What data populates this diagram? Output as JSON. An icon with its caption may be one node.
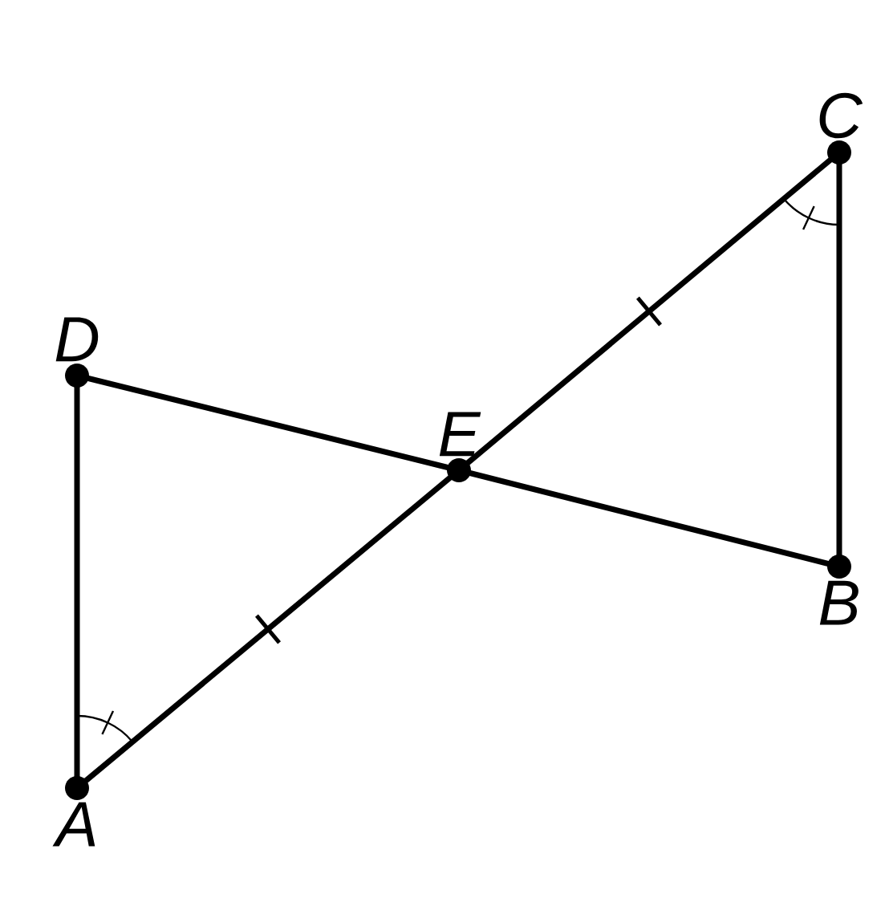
{
  "diagram": {
    "nodes": [
      {
        "text": [
          "C"
        ]
      },
      {
        "text": [
          "D"
        ]
      },
      {
        "text": [
          "E"
        ]
      },
      {
        "text": [
          "B"
        ]
      },
      {
        "text": [
          "A"
        ]
      }
    ],
    "edges": [
      {
        "from": 4,
        "to": 2,
        "arrow": "none"
      },
      {
        "from": 2,
        "to": 0,
        "arrow": "none"
      },
      {
        "from": 1,
        "to": 2,
        "arrow": "none"
      },
      {
        "from": 2,
        "to": 3,
        "arrow": "none"
      },
      {
        "from": 1,
        "to": 4,
        "arrow": "none"
      },
      {
        "from": 0,
        "to": 3,
        "arrow": "none"
      }
    ]
  }
}
